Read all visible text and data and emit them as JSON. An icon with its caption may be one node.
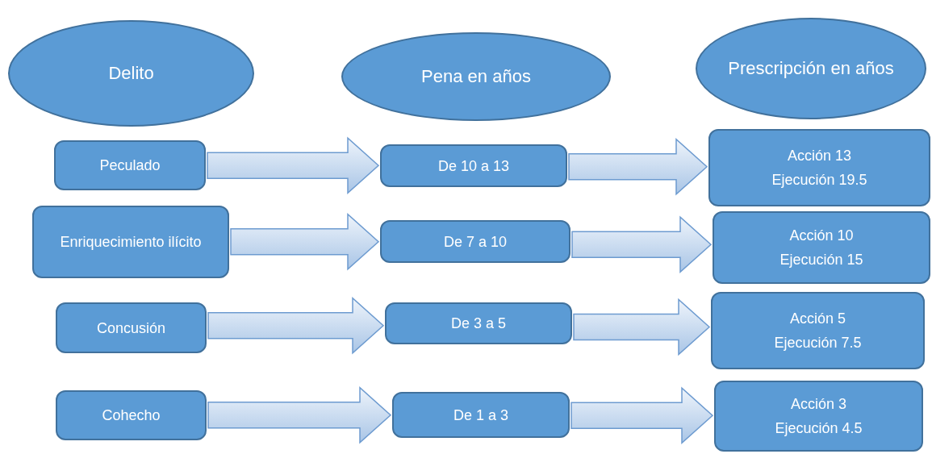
{
  "diagram": {
    "nodes": [
      {
        "text": [
          "Delito"
        ]
      },
      {
        "text": [
          "Pena en años"
        ]
      },
      {
        "text": [
          "Prescripción en años"
        ]
      },
      {
        "text": [
          "Peculado"
        ]
      },
      {
        "text": [
          "De 10 a 13"
        ]
      },
      {
        "text": [
          "Acción 13",
          "Ejecución 19.5"
        ]
      },
      {
        "text": [
          "Enriquecimiento ilícito"
        ]
      },
      {
        "text": [
          "De 7 a 10"
        ]
      },
      {
        "text": [
          "Acción 10",
          "Ejecución 15"
        ]
      },
      {
        "text": [
          "Concusión"
        ]
      },
      {
        "text": [
          "De 3 a 5"
        ]
      },
      {
        "text": [
          "Acción 5",
          "Ejecución 7.5"
        ]
      },
      {
        "text": [
          "Cohecho"
        ]
      },
      {
        "text": [
          "De 1 a 3"
        ]
      },
      {
        "text": [
          "Acción 3",
          "Ejecución 4.5"
        ]
      }
    ],
    "edges": [
      {
        "from": 3,
        "to": 4,
        "arrow": "to"
      },
      {
        "from": 4,
        "to": 5,
        "arrow": "to"
      },
      {
        "from": 6,
        "to": 7,
        "arrow": "to"
      },
      {
        "from": 7,
        "to": 8,
        "arrow": "to"
      },
      {
        "from": 9,
        "to": 10,
        "arrow": "to"
      },
      {
        "from": 10,
        "to": 11,
        "arrow": "to"
      },
      {
        "from": 12,
        "to": 13,
        "arrow": "to"
      },
      {
        "from": 13,
        "to": 14,
        "arrow": "to"
      }
    ]
  }
}
